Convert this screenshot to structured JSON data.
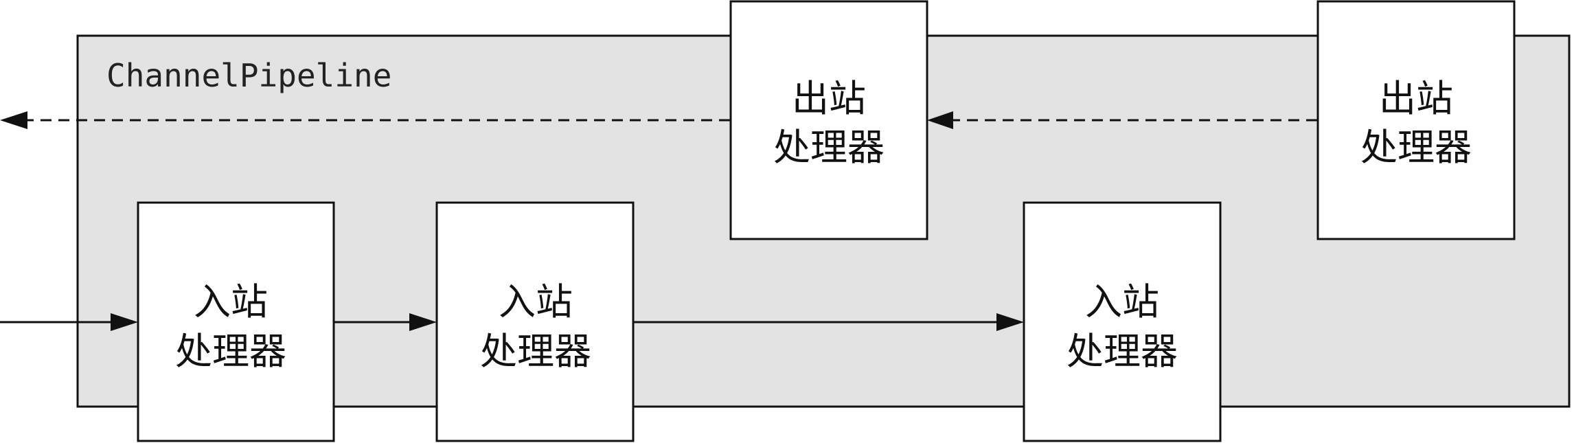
{
  "pipeline": {
    "title": "ChannelPipeline"
  },
  "handlers": {
    "outbound_1": {
      "line1": "出站",
      "line2": "处理器"
    },
    "outbound_2": {
      "line1": "出站",
      "line2": "处理器"
    },
    "inbound_1": {
      "line1": "入站",
      "line2": "处理器"
    },
    "inbound_2": {
      "line1": "入站",
      "line2": "处理器"
    },
    "inbound_3": {
      "line1": "入站",
      "line2": "处理器"
    }
  },
  "colors": {
    "container_fill": "#e3e3e3",
    "box_fill": "#ffffff",
    "stroke": "#111111"
  }
}
